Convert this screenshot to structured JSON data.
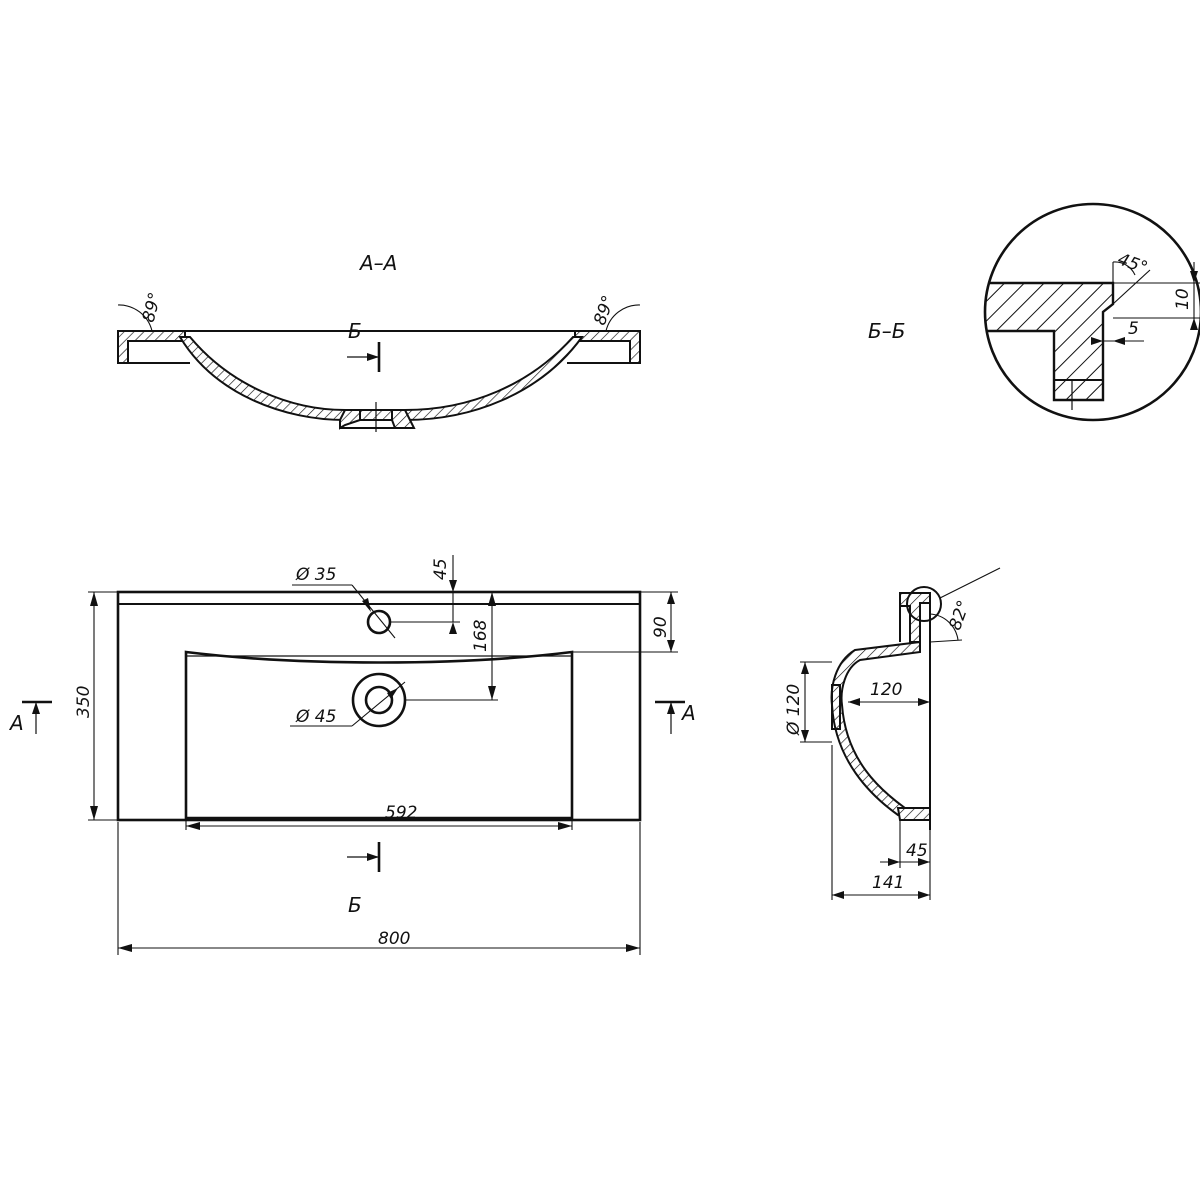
{
  "sections": {
    "aa_title": "А–А",
    "bb_title": "Б–Б",
    "cut_a_left": "А",
    "cut_a_right": "А",
    "cut_b_top": "Б",
    "cut_b_bottom": "Б"
  },
  "dimensions": {
    "angle_left": "89°",
    "angle_right": "89°",
    "width_total": "800",
    "depth_total": "350",
    "bowl_width": "592",
    "back_strip": "90",
    "tap_offset": "45",
    "drain_offset": "168",
    "tap_hole": "Ø 35",
    "drain_hole": "Ø 45",
    "bb_drain_dia": "Ø 120",
    "bb_depth": "120",
    "bb_front": "45",
    "bb_height": "141",
    "bb_angle": "82°",
    "detail_angle": "45°",
    "detail_height": "10",
    "detail_width": "5"
  },
  "colors": {
    "line": "#111111",
    "background": "#ffffff"
  }
}
